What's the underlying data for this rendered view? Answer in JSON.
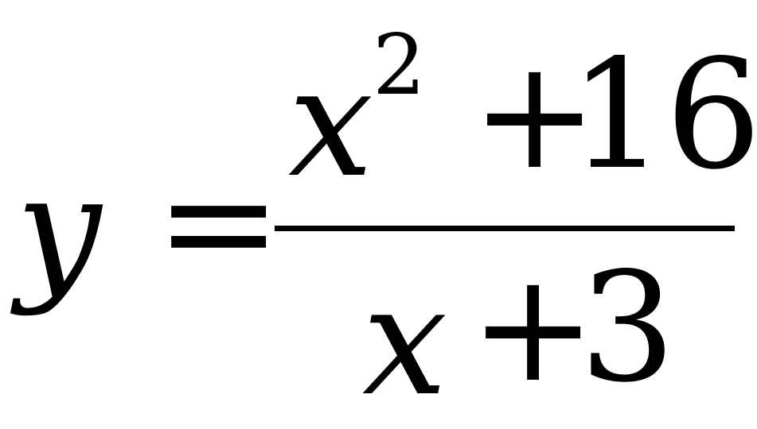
{
  "equation": {
    "lhs_variable": "y",
    "equals": "=",
    "numerator": {
      "variable": "x",
      "exponent": "2",
      "operator": "+",
      "constant": "16"
    },
    "denominator": {
      "variable": "x",
      "operator": "+",
      "constant": "3"
    }
  }
}
